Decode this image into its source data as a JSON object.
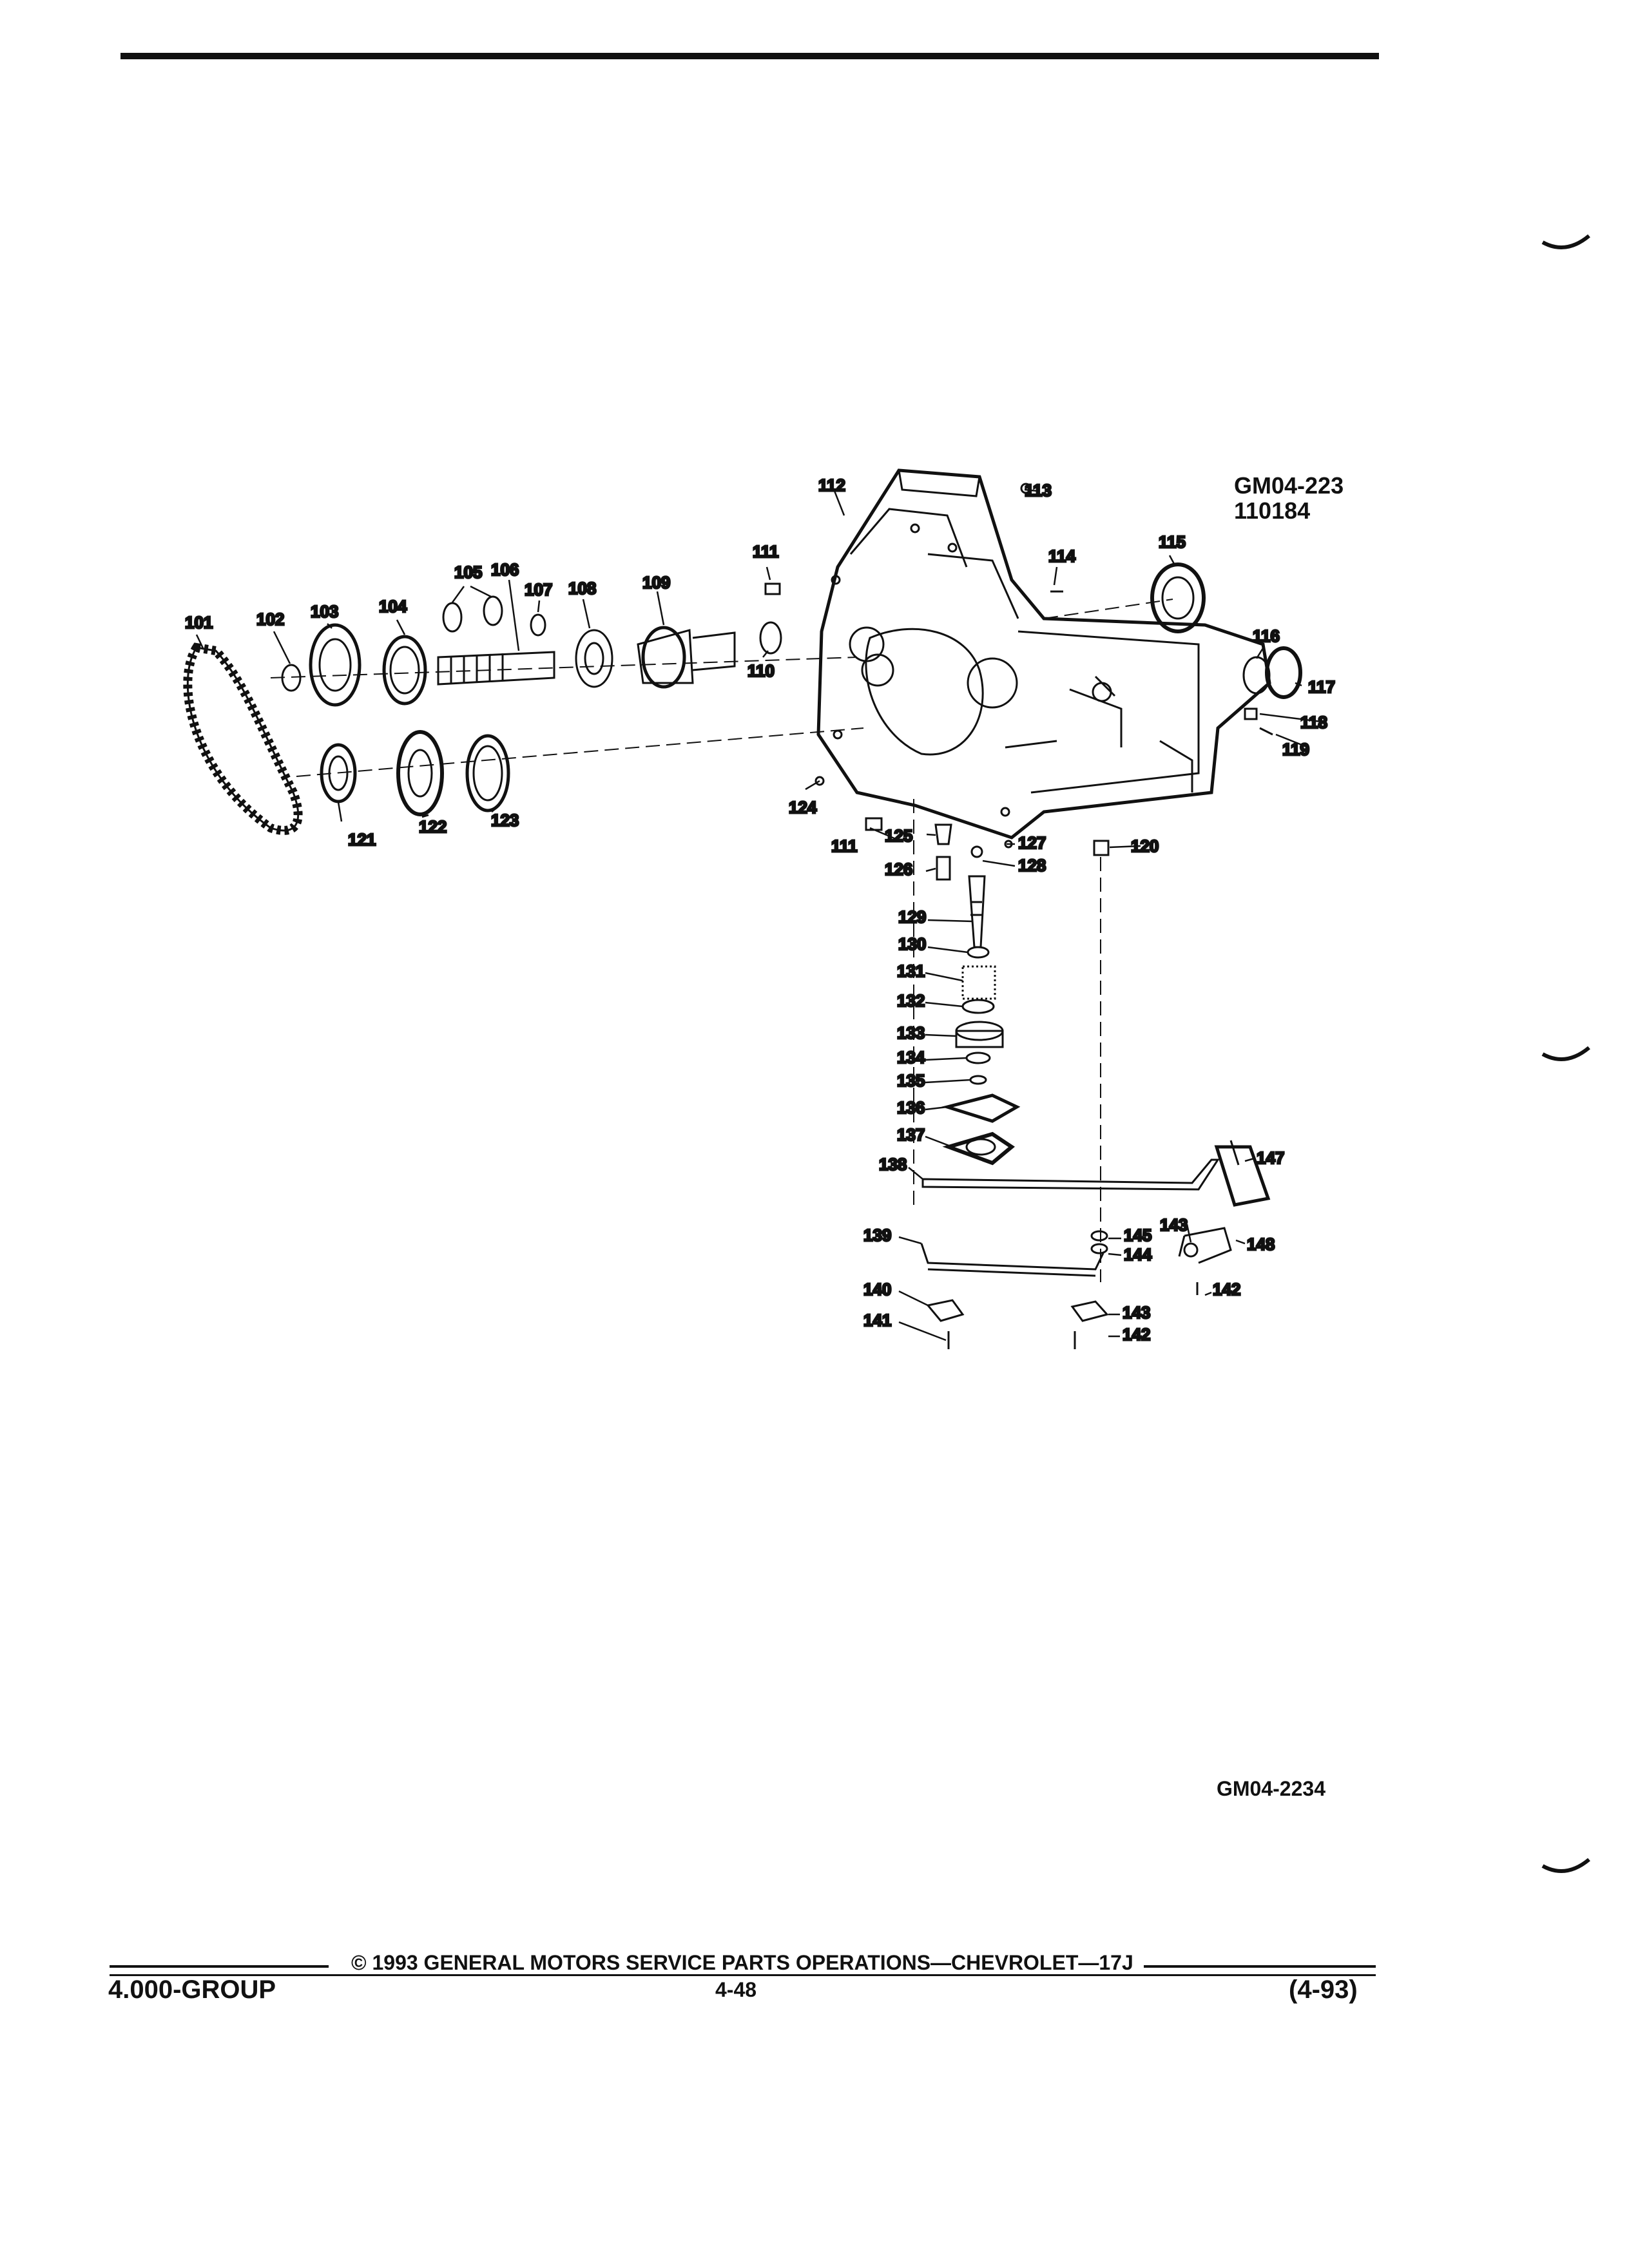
{
  "drawing_codes": {
    "top_code": "GM04-223",
    "top_number": "110184",
    "bottom_code": "GM04-2234"
  },
  "parts": [
    {
      "n": "101"
    },
    {
      "n": "102"
    },
    {
      "n": "103"
    },
    {
      "n": "104"
    },
    {
      "n": "105"
    },
    {
      "n": "106"
    },
    {
      "n": "107"
    },
    {
      "n": "108"
    },
    {
      "n": "109"
    },
    {
      "n": "110"
    },
    {
      "n": "111"
    },
    {
      "n": "112"
    },
    {
      "n": "113"
    },
    {
      "n": "114"
    },
    {
      "n": "115"
    },
    {
      "n": "116"
    },
    {
      "n": "117"
    },
    {
      "n": "118"
    },
    {
      "n": "119"
    },
    {
      "n": "120"
    },
    {
      "n": "121"
    },
    {
      "n": "122"
    },
    {
      "n": "123"
    },
    {
      "n": "124"
    },
    {
      "n": "111"
    },
    {
      "n": "125"
    },
    {
      "n": "126"
    },
    {
      "n": "127"
    },
    {
      "n": "128"
    },
    {
      "n": "129"
    },
    {
      "n": "130"
    },
    {
      "n": "131"
    },
    {
      "n": "132"
    },
    {
      "n": "133"
    },
    {
      "n": "134"
    },
    {
      "n": "135"
    },
    {
      "n": "136"
    },
    {
      "n": "137"
    },
    {
      "n": "138"
    },
    {
      "n": "139"
    },
    {
      "n": "140"
    },
    {
      "n": "141"
    },
    {
      "n": "145"
    },
    {
      "n": "144"
    },
    {
      "n": "143"
    },
    {
      "n": "142"
    },
    {
      "n": "147"
    },
    {
      "n": "143"
    },
    {
      "n": "148"
    },
    {
      "n": "142"
    }
  ],
  "footer": {
    "copyright": "© 1993 GENERAL MOTORS SERVICE PARTS OPERATIONS—CHEVROLET—17J",
    "group": "4.000-GROUP",
    "page": "4-48",
    "revision": "(4-93)"
  }
}
